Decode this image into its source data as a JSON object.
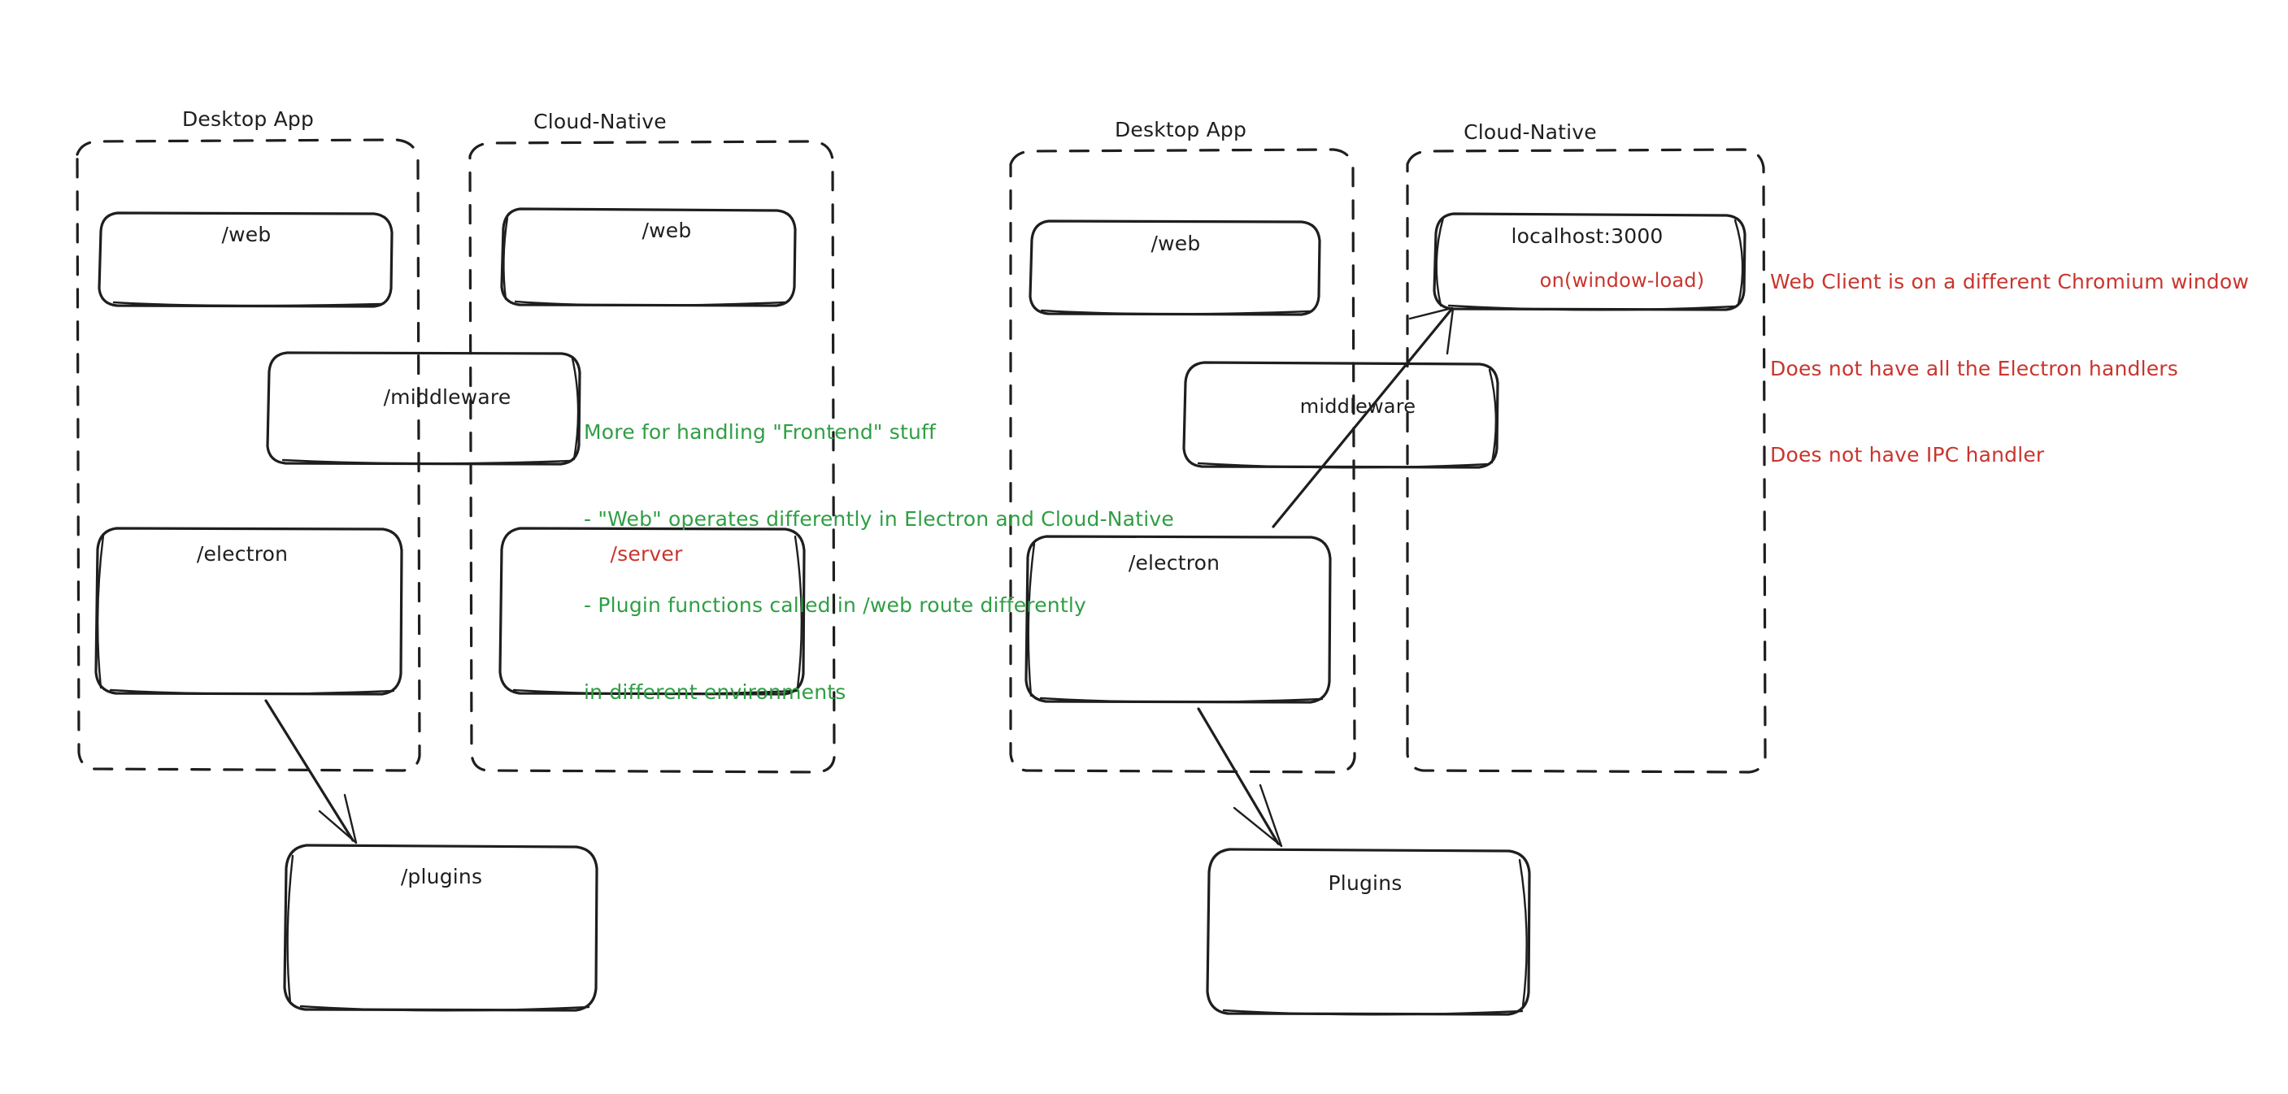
{
  "diagram": {
    "title_left": "Desktop App",
    "title_right": "Cloud-Native",
    "colors": {
      "stroke": "#1e1e1e",
      "green": "#2f9e44",
      "red": "#c9352e",
      "background": "#ffffff"
    }
  },
  "left_panel": {
    "desktop_group": {
      "title": "Desktop App",
      "boxes": [
        {
          "label": "/web"
        },
        {
          "label": "/electron"
        }
      ]
    },
    "cloud_group": {
      "title": "Cloud-Native",
      "boxes": [
        {
          "label": "/web"
        },
        {
          "label": "/server"
        }
      ]
    },
    "middleware_box": {
      "label": "/middleware"
    },
    "plugins_box": {
      "label": "/plugins"
    },
    "annotation": {
      "line1": "More for handling \"Frontend\" stuff",
      "line2": "- \"Web\" operates differently in Electron and Cloud-Native",
      "line3": "- Plugin functions called in /web route differently",
      "line4": "in different environments"
    }
  },
  "right_panel": {
    "desktop_group": {
      "title": "Desktop App",
      "boxes": [
        {
          "label": "/web"
        },
        {
          "label": "/electron"
        }
      ]
    },
    "cloud_group": {
      "title": "Cloud-Native",
      "boxes": [
        {
          "label": "localhost:3000",
          "sublabel": "on(window-load)"
        }
      ]
    },
    "middleware_box": {
      "label": "middleware"
    },
    "plugins_box": {
      "label": "Plugins"
    },
    "annotation": {
      "line1": "Web Client is on a different Chromium window",
      "line2": "Does not have all the Electron handlers",
      "line3": "Does not have IPC handler"
    }
  }
}
